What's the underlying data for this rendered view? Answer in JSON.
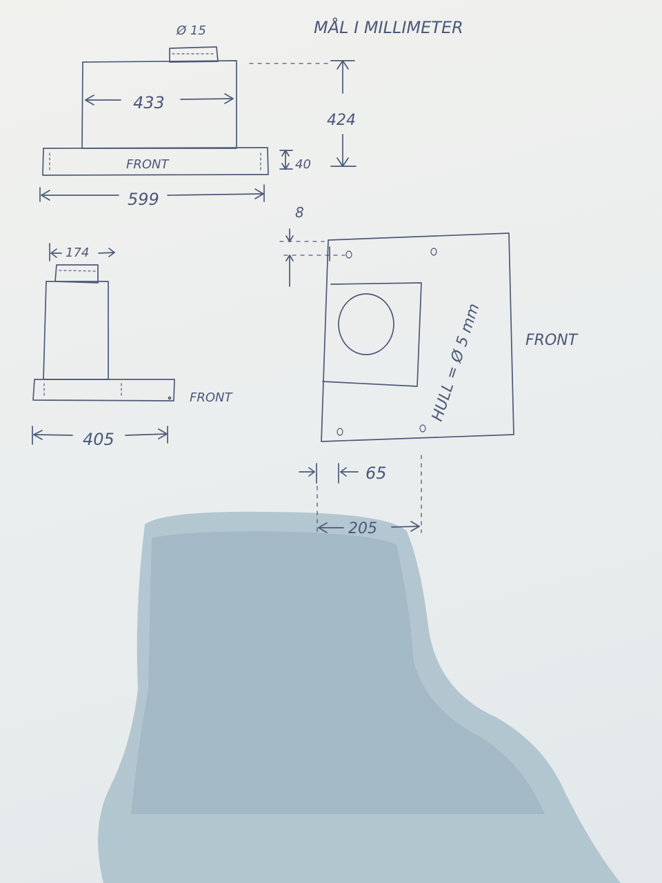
{
  "page": {
    "title": "MÅL I MILLIMETER"
  },
  "front_view": {
    "pipe_label": "Ø 15",
    "width_inner": "433",
    "height_total": "424",
    "plate_thickness": "40",
    "plate_label": "FRONT",
    "width_total": "599"
  },
  "side_view": {
    "pipe_width": "174",
    "front_label": "FRONT",
    "depth_total": "405"
  },
  "top_view": {
    "hole_offset": "8",
    "front_label": "FRONT",
    "hole_note": "HULL = Ø 5 mm",
    "offset_x": "65",
    "width_center": "205"
  },
  "colors": {
    "ink": "#4b5877",
    "paper": "#efefec",
    "shadow": "#9ab3c4"
  }
}
